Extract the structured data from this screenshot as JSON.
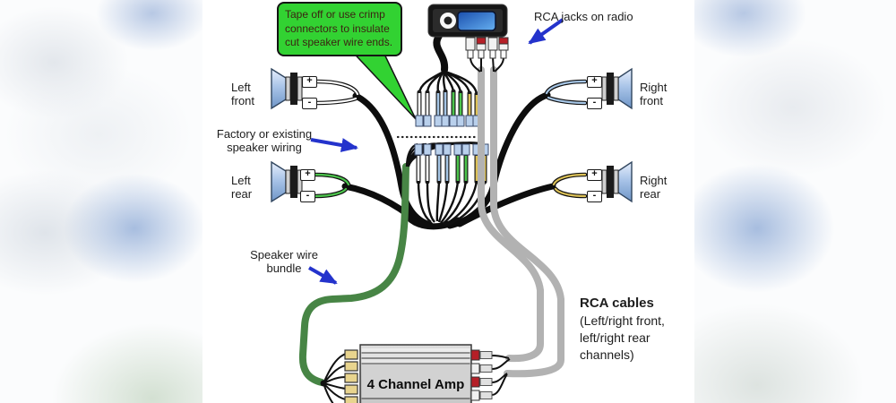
{
  "callout": {
    "text": "Tape off or use crimp connectors to insulate cut speaker wire ends.",
    "bg_color": "#32d232"
  },
  "labels": {
    "rca_jacks_on_radio": "RCA jacks on radio",
    "left_front": "Left front",
    "left_rear": "Left rear",
    "right_front": "Right front",
    "right_rear": "Right rear",
    "factory_wiring": "Factory or existing speaker wiring",
    "speaker_wire_bundle": "Speaker wire bundle",
    "rca_cables_title": "RCA cables",
    "rca_cables_sub": [
      "(Left/right front,",
      "left/right rear",
      "channels)"
    ],
    "amp": "4 Channel Amp",
    "plus": "+",
    "minus": "-"
  },
  "colors": {
    "arrow_blue": "#2433cc",
    "callout_green": "#32d232",
    "left_front_wire": "#ffffff",
    "right_front_wire": "#a6c6e6",
    "left_rear_wire": "#4cc44c",
    "right_rear_wire": "#ddc258",
    "speaker_bundle_green": "#478545",
    "rca_cable_gray": "#b2b2b2",
    "factory_cable_black": "#0d0d0d",
    "radio_screen_blue": "#3d84d8",
    "amp_terminal_tan": "#e8d48e",
    "rca_jack_red": "#b51f27"
  }
}
